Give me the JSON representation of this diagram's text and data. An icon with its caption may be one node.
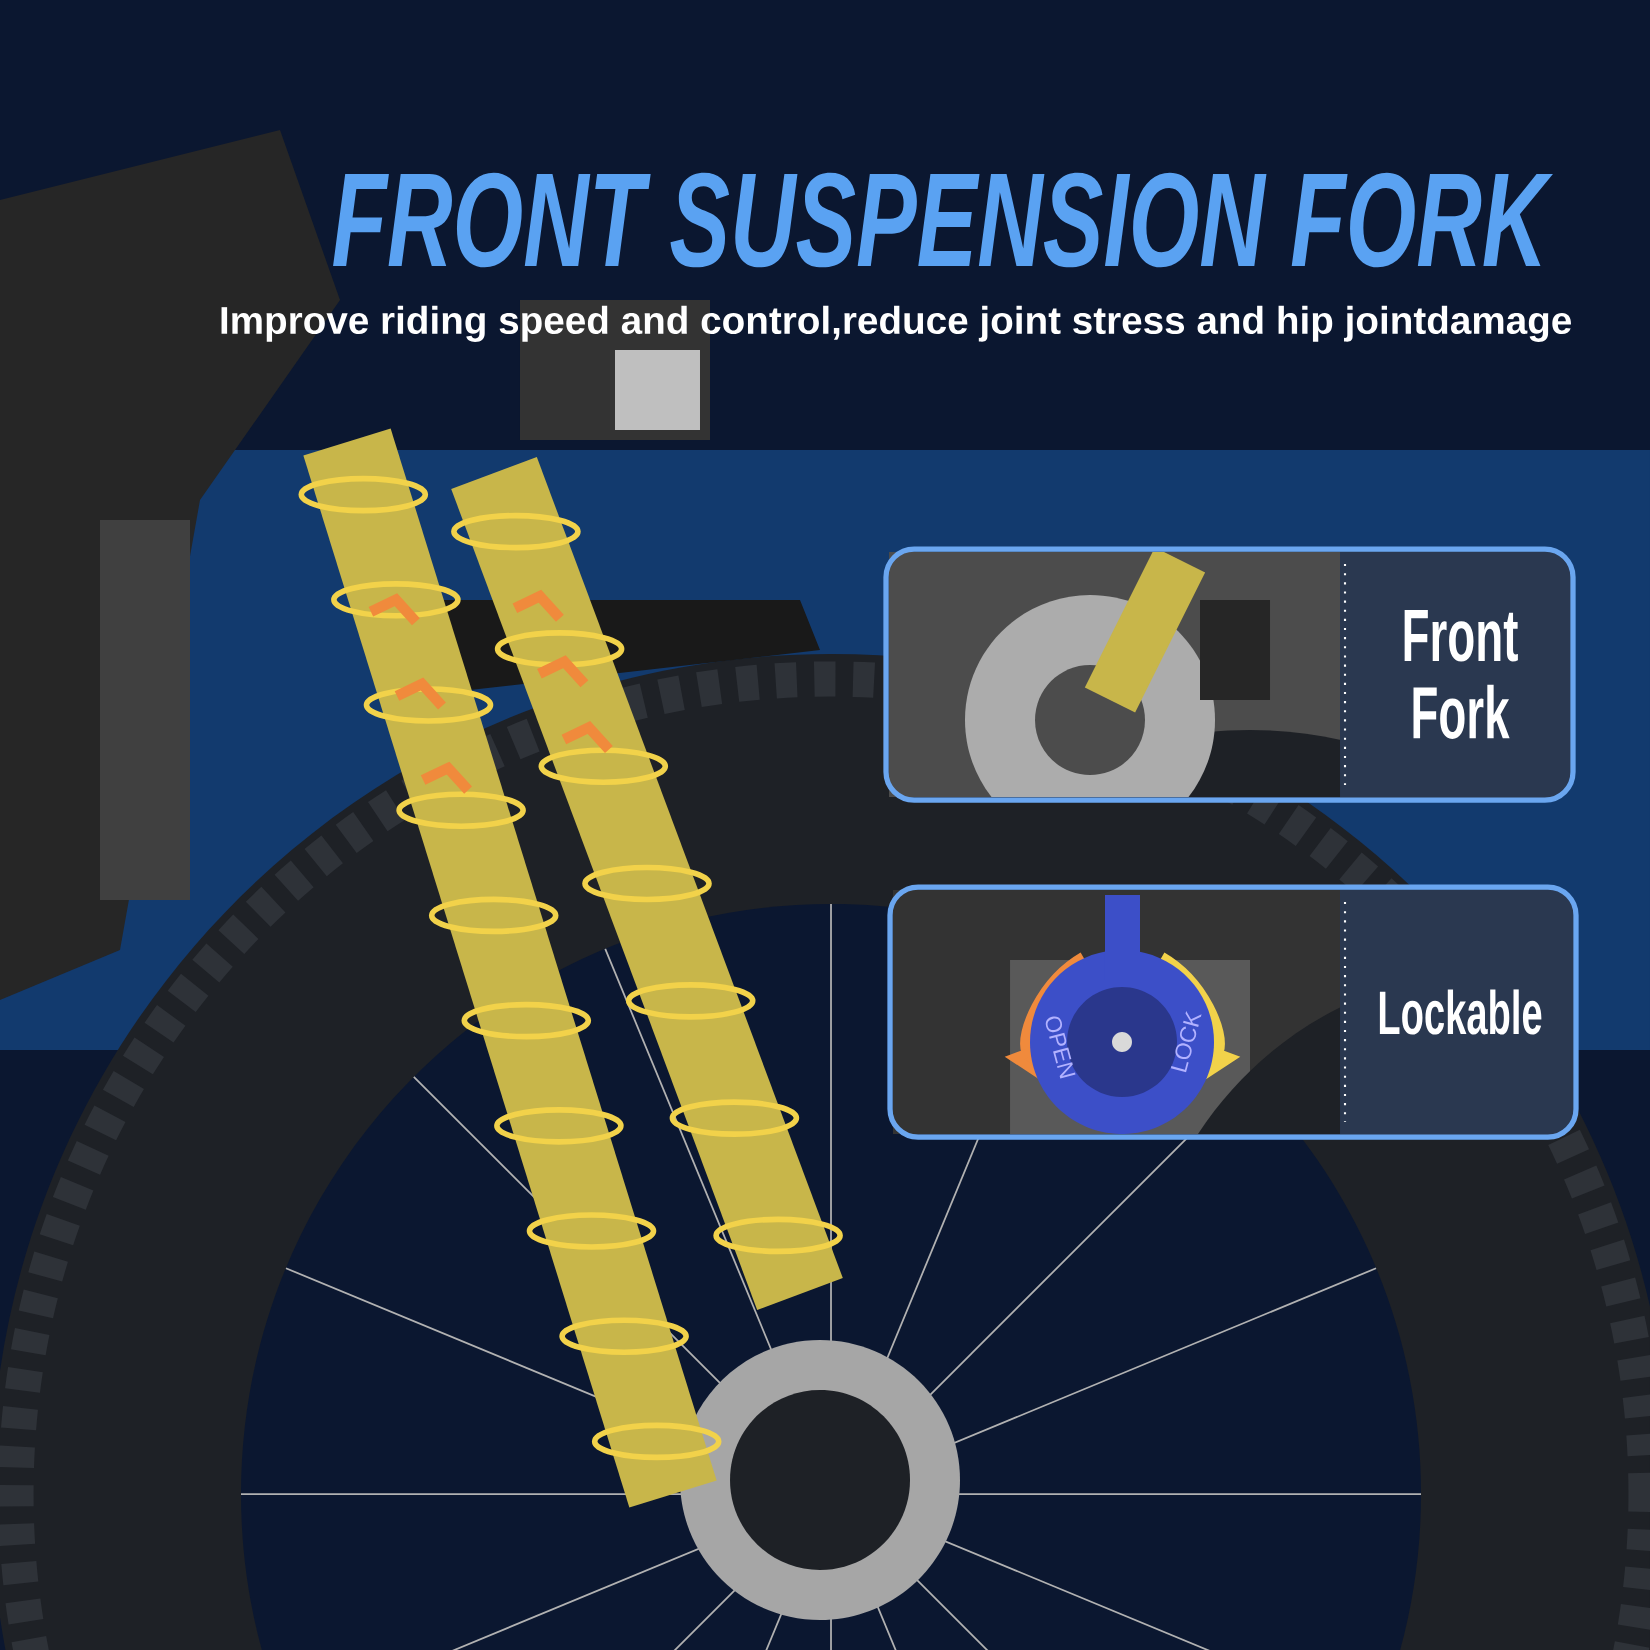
{
  "diagram": {
    "title": "FRONT SUSPENSION FORK",
    "nodes": [
      {
        "text": [
          "Front Fork"
        ]
      },
      {
        "text": [
          "Lockable"
        ]
      }
    ],
    "labels": [
      "Improve riding speed and control,reduce joint stress and hip jointdamage",
      "OPEN",
      "LOCK"
    ]
  }
}
